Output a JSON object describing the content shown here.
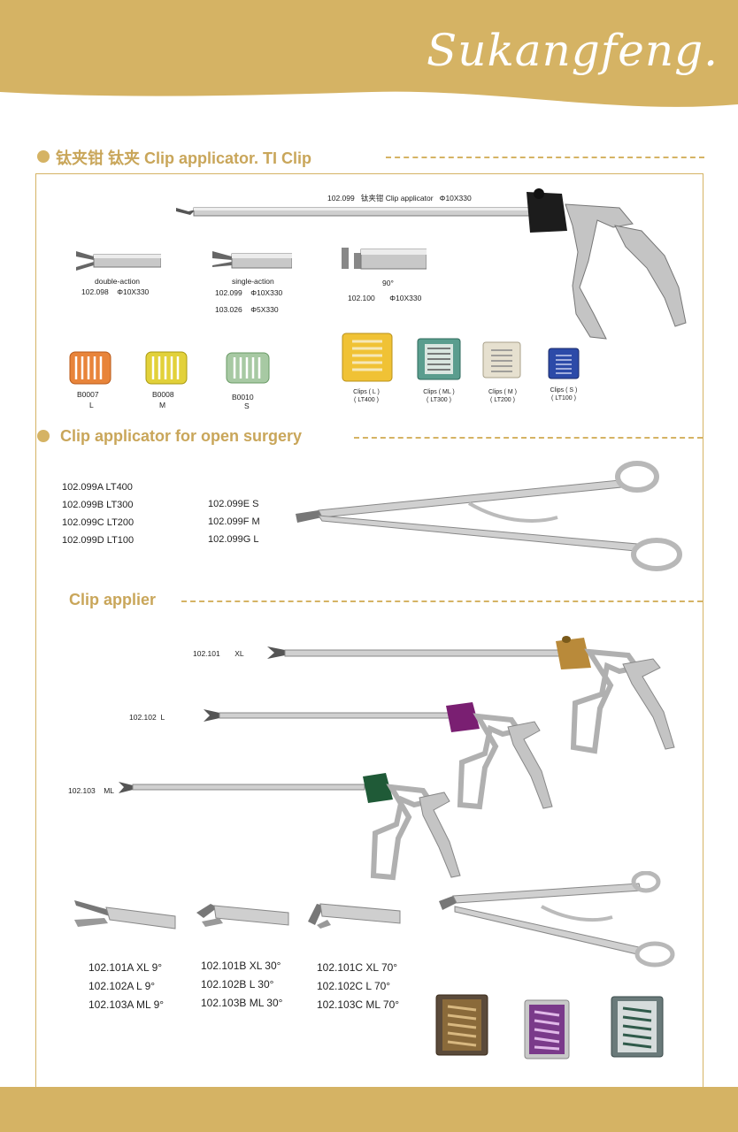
{
  "brand": {
    "logo_text": "Sukangfeng.",
    "color_gold": "#d5b364",
    "color_title": "#c9a65a"
  },
  "section1": {
    "title": "钛夹钳  钛夹 Clip applicator. TI Clip",
    "main_instrument": {
      "code": "102.099",
      "label": "钛夹钳 Clip applicator",
      "size": "Φ10X330"
    },
    "tips": [
      {
        "type": "double-action",
        "code": "102.098",
        "size": "Φ10X330"
      },
      {
        "type": "single-action",
        "code": "102.099",
        "size": "Φ10X330",
        "code2": "103.026",
        "size2": "Φ5X330"
      },
      {
        "type": "90°",
        "code": "102.100",
        "size": "Φ10X330"
      }
    ],
    "cartridges": [
      {
        "code": "B0007",
        "size": "L",
        "color": "#e8843a"
      },
      {
        "code": "B0008",
        "size": "M",
        "color": "#e2d13a"
      },
      {
        "code": "B0010",
        "size": "S",
        "color": "#a7c9a3"
      }
    ],
    "clips": [
      {
        "label": "Clips ( L )",
        "code": "( LT400 )",
        "color": "#f0c235"
      },
      {
        "label": "Clips ( ML )",
        "code": "( LT300 )",
        "color": "#5a9d8e"
      },
      {
        "label": "Clips ( M )",
        "code": "( LT200 )",
        "color": "#e6e0cf"
      },
      {
        "label": "Clips ( S )",
        "code": "( LT100 )",
        "color": "#2c4aa8"
      }
    ]
  },
  "section2": {
    "title": "Clip applicator for open surgery",
    "col1": [
      "102.099A  LT400",
      "102.099B  LT300",
      "102.099C  LT200",
      "102.099D  LT100"
    ],
    "col2": [
      "102.099E  S",
      "102.099F  M",
      "102.099G  L"
    ]
  },
  "section3": {
    "title": "Clip applier",
    "appliers": [
      {
        "code": "102.101",
        "size": "XL",
        "cap_color": "#b98a3a"
      },
      {
        "code": "102.102",
        "size": "L",
        "cap_color": "#7a1f72"
      },
      {
        "code": "102.103",
        "size": "ML",
        "cap_color": "#1f5a37"
      }
    ],
    "angle_col1": [
      "102.101A   XL 9°",
      "102.102A   L   9°",
      "102.103A  ML 9°"
    ],
    "angle_col2": [
      "102.101B   XL 30°",
      "102.102B   L   30°",
      "102.103B  ML 30°"
    ],
    "angle_col3": [
      "102.101C   XL 70°",
      "102.102C   L   70°",
      "102.103C  ML 70°"
    ],
    "trays": [
      {
        "color": "#8a6a3a"
      },
      {
        "color": "#7a3a8a"
      },
      {
        "color": "#2f5a4a"
      }
    ]
  }
}
